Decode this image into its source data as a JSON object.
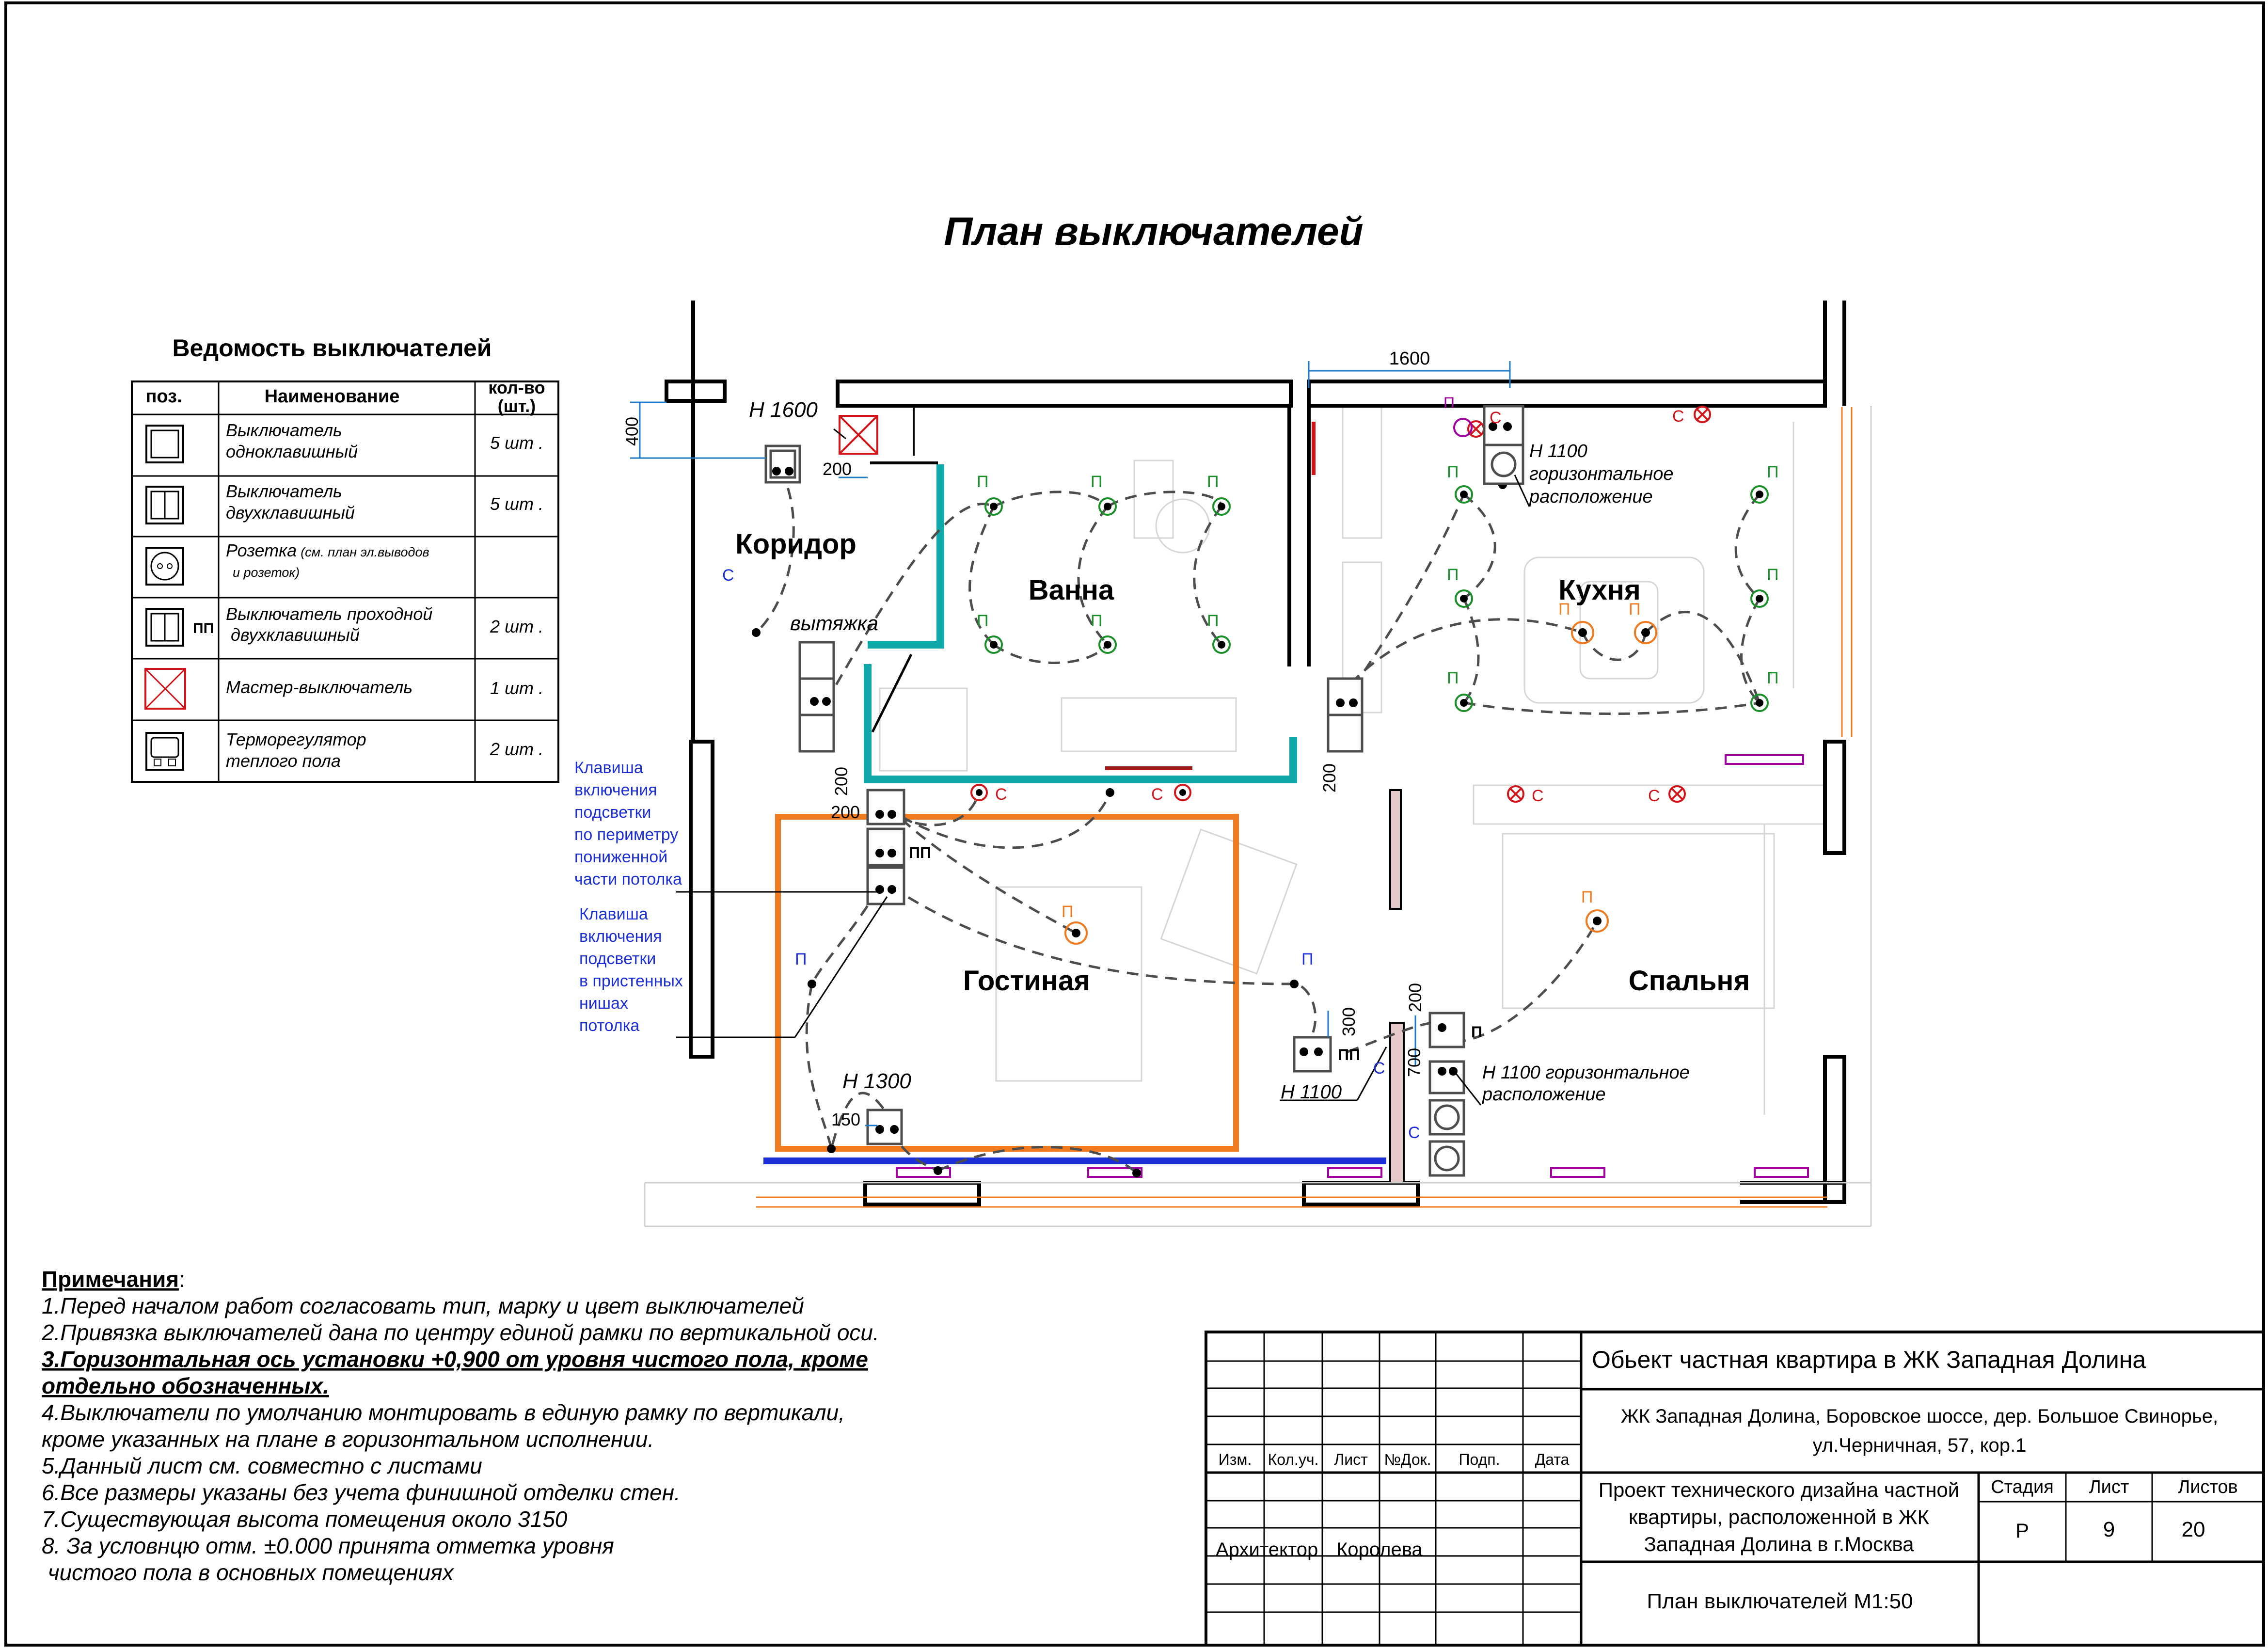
{
  "title": "План  выключателей",
  "schedule": {
    "title": "Ведомость выключателей",
    "headers": {
      "pos": "поз.",
      "name": "Наименование",
      "qty_1": "кол-во",
      "qty_2": "(шт.)"
    },
    "rows": [
      {
        "name_1": "Выключатель",
        "name_2": "одноклавишный",
        "name_small": "",
        "qty": "5 шт ."
      },
      {
        "name_1": "Выключатель",
        "name_2": "двухклавишный",
        "name_small": "",
        "qty": "5 шт ."
      },
      {
        "name_1": "Розетка",
        "name_2": "и розеток)",
        "name_small": "(см. план эл.выводов",
        "qty": ""
      },
      {
        "name_1": "Выключатель проходной",
        "name_2": " двухклавишный",
        "name_small": "",
        "qty": "2 шт ."
      },
      {
        "name_1": "Мастер-выключатель",
        "name_2": "",
        "name_small": "",
        "qty": "1 шт ."
      },
      {
        "name_1": "Терморегулятор",
        "name_2": "теплого пола",
        "name_small": "",
        "qty": "2 шт ."
      }
    ],
    "pp_mark": "ПП"
  },
  "rooms": {
    "corridor": "Коридор",
    "bath": "Ванна",
    "kitchen": "Кухня",
    "living": "Гостиная",
    "bedroom": "Спальня"
  },
  "plan_labels": {
    "h1600": "Н 1600",
    "h1300": "Н 1300",
    "h1100_a": "Н 1100",
    "kitchen_h_1": "Н 1100",
    "kitchen_h_2": "горизонтальное",
    "kitchen_h_3": "расположение",
    "bedroom_h_1": "Н 1100 горизонтальное",
    "bedroom_h_2": "расположение",
    "hood": "вытяжка",
    "pp": "ПП",
    "p": "П",
    "c": "С"
  },
  "dimensions": {
    "d1600": "1600",
    "d400": "400",
    "d200_a": "200",
    "d200_b": "200",
    "d200_c": "200",
    "d200_d": "200",
    "d200_e": "200",
    "d300": "300",
    "d700": "700",
    "d150": "150"
  },
  "callouts": {
    "perimeter": [
      "Клавиша",
      "включения",
      "подсветки",
      "по периметру",
      "пониженной",
      "части потолка"
    ],
    "niches": [
      "Клавиша",
      "включения",
      "подсветки",
      "в пристенных",
      "нишах",
      "потолка"
    ]
  },
  "notes": {
    "heading": "Примечания",
    "heading_colon": ":",
    "n1": "1.Перед началом работ согласовать тип, марку и цвет выключателей",
    "n2": "2.Привязка выключателей дана по центру единой рамки по вертикальной оси.",
    "n3a": "3.Горизонтальная ось установки +0,900 от уровня чистого пола, кроме",
    "n3b": "отдельно обозначенных.",
    "n4a": "4.Выключатели по умолчанию монтировать в единую рамку по вертикали,",
    "n4b": "кроме указанных на плане в горизонтальном исполнении.",
    "n5": "5.Данный лист см. совместно с листами",
    "n6": "6.Все размеры указаны без учета финишной отделки стен.",
    "n7": "7.Существующая высота помещения около 3150",
    "n8a": "8. За условнцю отм. ±0.000 принята отметка уровня",
    "n8b": " чистого пола в основных помещениях"
  },
  "title_block": {
    "headers": [
      "Изм.",
      "Кол.уч.",
      "Лист",
      "№Док.",
      "Подп.",
      "Дата"
    ],
    "role": "Архитектор",
    "person": "Королева",
    "object": "Обьект частная квартира  в ЖК Западная Долина",
    "address_1": "ЖК Западная Долина, Боровское шоссе, дер. Большое Свинорье,",
    "address_2": "ул.Черничная, 57, кор.1",
    "project_1": "Проект технического дизайна частной",
    "project_2": "квартиры, расположенной в ЖК",
    "project_3": "Западная Долина в г.Москва",
    "stage_label": "Стадия",
    "sheet_label": "Лист",
    "sheets_label": "Листов",
    "stage": "Р",
    "sheet": "9",
    "sheets": "20",
    "sheet_title": "План  выключателей М1:50"
  },
  "colors": {
    "ink": "#000000",
    "switch_line": "#4d4d4d",
    "bath_outline": "#10a8a8",
    "ceiling_perimeter": "#f07a1f",
    "niche_line": "#1c2fd6",
    "callout_blue": "#1c2fd6",
    "socket_red": "#d0161b",
    "lamp_green": "#1b8f2a",
    "lamp_orange": "#f07a1f",
    "window_magenta": "#a000a0"
  }
}
